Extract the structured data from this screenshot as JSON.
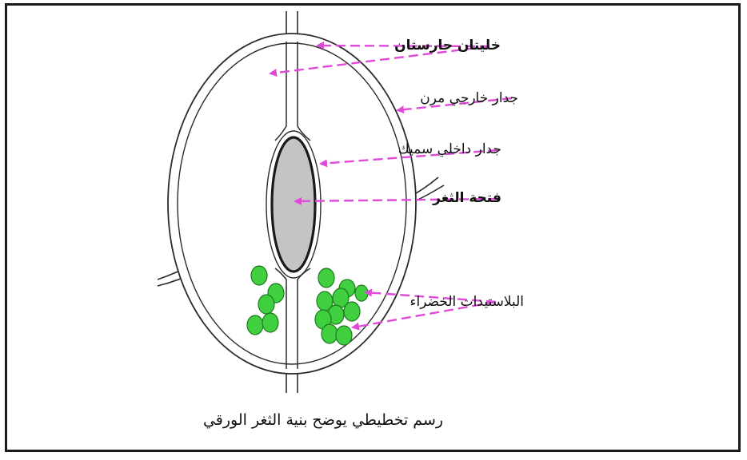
{
  "diagram": {
    "labels": {
      "guard_cells": "خليتان حارستان",
      "outer_wall": "جدار خارجي مرن",
      "inner_wall": "جدار داخلي سميك",
      "stoma_opening": "فتحة الثغر",
      "chloroplasts": "البلاستيدات الخضراء"
    },
    "caption": "رسم تخطيطي يوضح بنية الثغر الورقي"
  },
  "colors": {
    "arrow": "#e04ad8",
    "chloroplast": "#3fcf3f",
    "chloroplast_stroke": "#1f7a1f",
    "pore_fill": "#c4c4c4",
    "outline": "#2b2b2b"
  }
}
